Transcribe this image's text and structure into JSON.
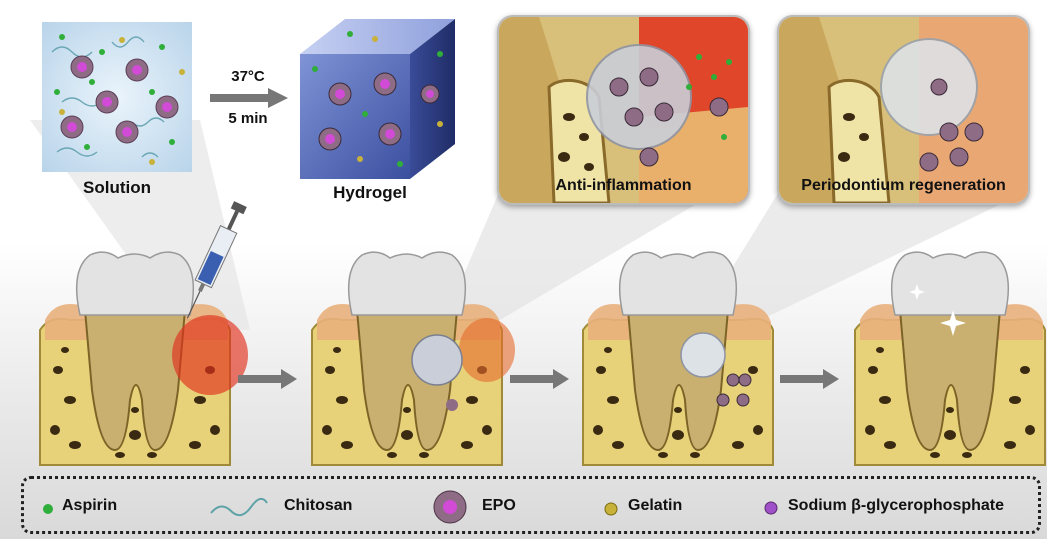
{
  "top": {
    "solution_label": "Solution",
    "hydrogel_label": "Hydrogel",
    "condition_temp": "37°C",
    "condition_time": "5 min"
  },
  "panels": {
    "anti_inflammation_label": "Anti-inflammation",
    "regeneration_label": "Periodontium regeneration"
  },
  "legend": {
    "aspirin": "Aspirin",
    "chitosan": "Chitosan",
    "epo": "EPO",
    "gelatin": "Gelatin",
    "glycerophosphate": "Sodium β-glycerophosphate"
  },
  "colors": {
    "aspirin": "#2fae3a",
    "gelatin": "#c9b23a",
    "glycerophosphate": "#a050c8",
    "epo": "#8a5a74",
    "inflammation": "#e0301c",
    "bone": "#e7d27a",
    "gum": "#e9a774",
    "enamel": "#d9d9d9",
    "root": "#c9b070"
  }
}
